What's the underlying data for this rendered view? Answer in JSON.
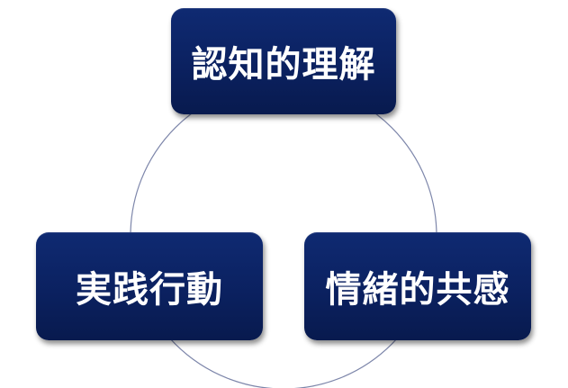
{
  "diagram": {
    "type": "cycle",
    "colors": {
      "box_fill": "#0b2160",
      "box_text": "#ffffff",
      "connector": "#7d86aa"
    },
    "nodes": [
      {
        "id": "top",
        "label": "認知的理解"
      },
      {
        "id": "left",
        "label": "実践行動"
      },
      {
        "id": "right",
        "label": "情緒的共感"
      }
    ]
  }
}
